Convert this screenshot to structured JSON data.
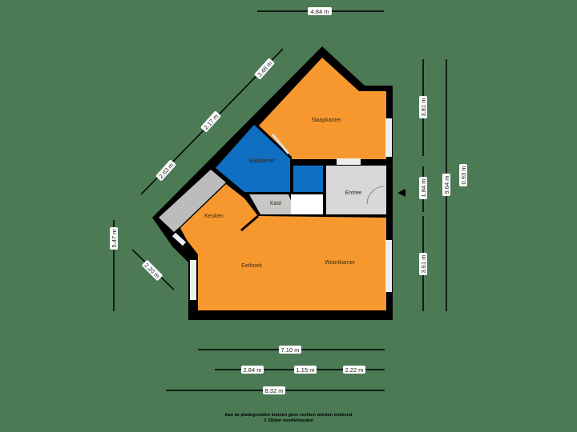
{
  "floorplan": {
    "rooms": [
      {
        "name": "Slaapkamer",
        "color": "#f7982f"
      },
      {
        "name": "Badkamer",
        "color": "#0e6fc3"
      },
      {
        "name": "Kast",
        "color": "#c8c8c8"
      },
      {
        "name": "Entree",
        "color": "#d8d8d8"
      },
      {
        "name": "Keuken",
        "color": "#f7982f"
      },
      {
        "name": "Eethoek",
        "color": "#f7982f"
      },
      {
        "name": "Woonkamer",
        "color": "#f7982f"
      }
    ],
    "dimensions": {
      "top": "4.84 m",
      "diag_top": "3.46 m",
      "diag_mid": "2.17 m",
      "diag_low": "2.63 m",
      "left": "5.47 m",
      "left_diag": "2.20 m",
      "right_upper": "3.81 m",
      "right_mid": "1.84 m",
      "right_lower": "3.61 m",
      "right_total": "9.64 m",
      "right_small": "0.93 m",
      "bottom_total": "7.10 m",
      "bottom_a": "2.84 m",
      "bottom_b": "1.15 m",
      "bottom_c": "2.22 m",
      "bottom_overall": "8.32 m"
    },
    "entrance_marker": "triangle-left"
  },
  "footer": {
    "line1": "Aan de plattegronden kunnen geen rechten worden ontleend",
    "line2": "© Zibber voorbehouden"
  },
  "colors": {
    "background": "#4b7a55",
    "wall": "#000000",
    "living": "#f7982f",
    "wet": "#0e6fc3"
  }
}
